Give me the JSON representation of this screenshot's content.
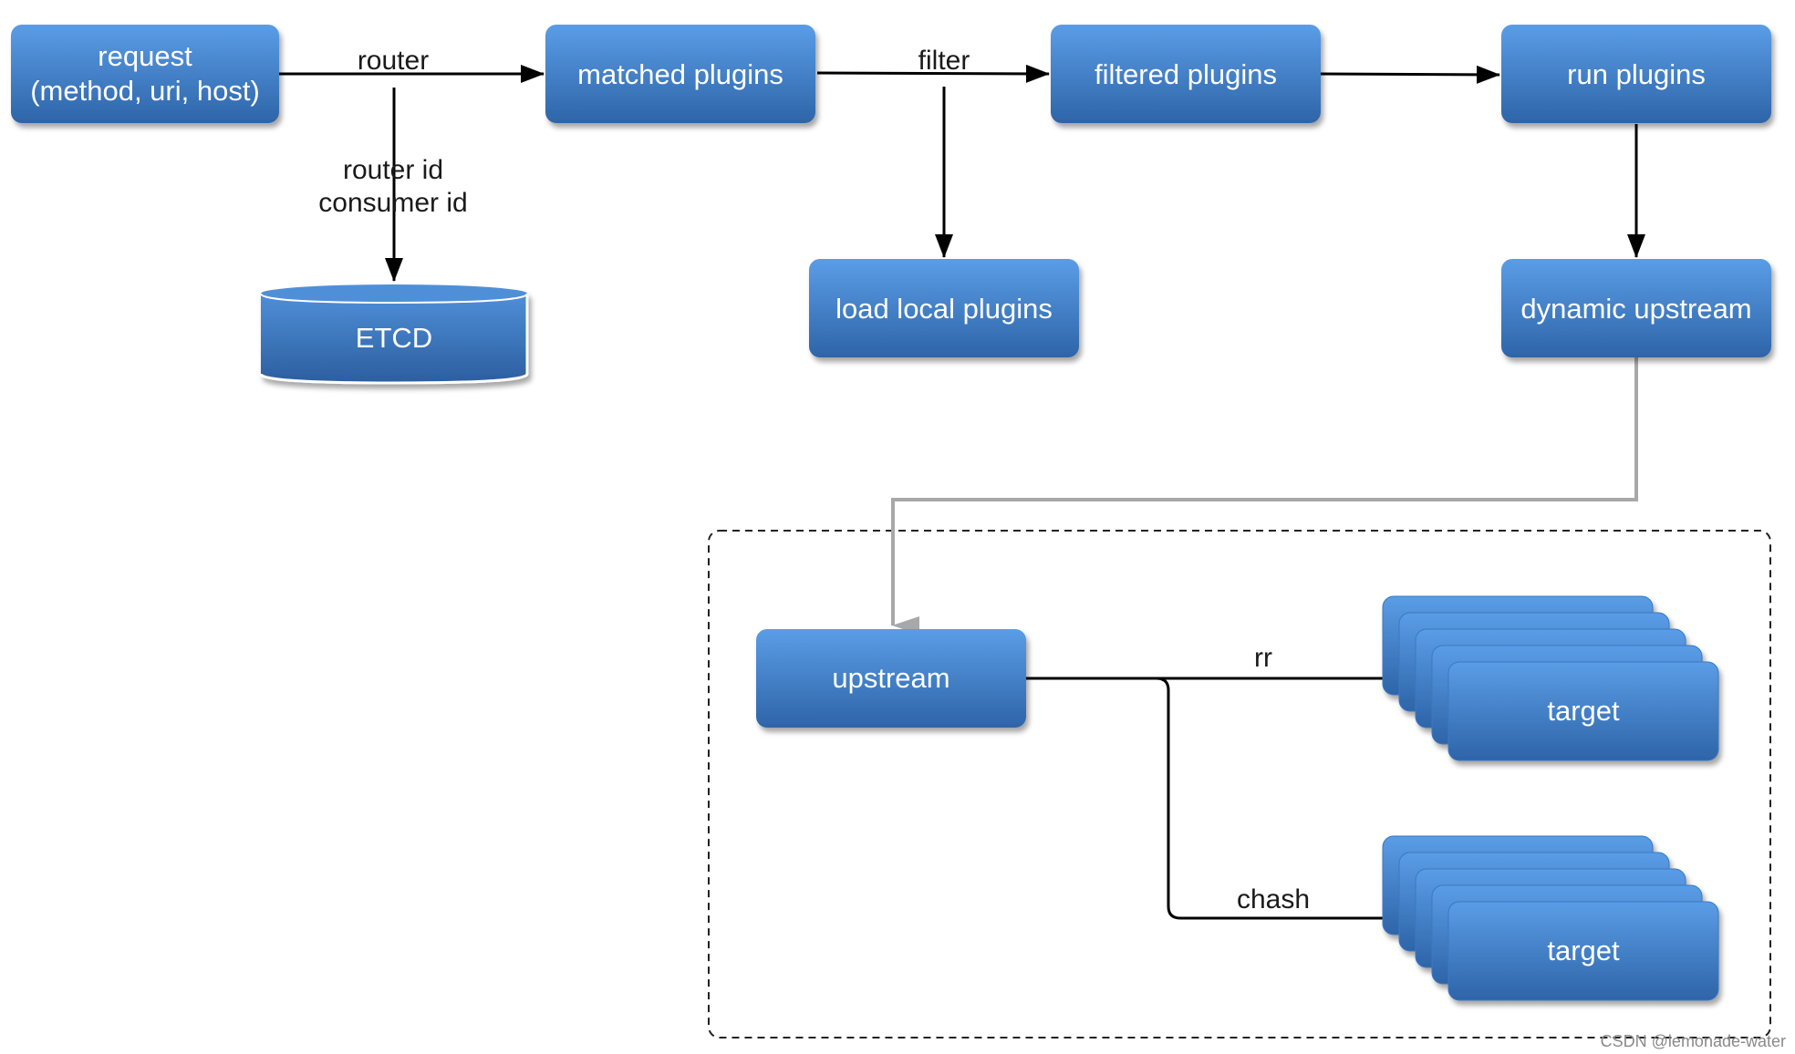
{
  "nodes": {
    "request": {
      "line1": "request",
      "line2": "(method, uri, host)"
    },
    "etcd": {
      "label": "ETCD"
    },
    "matched_plugins": {
      "label": "matched plugins"
    },
    "load_local_plugins": {
      "label": "load local plugins"
    },
    "filtered_plugins": {
      "label": "filtered plugins"
    },
    "run_plugins": {
      "label": "run plugins"
    },
    "dynamic_upstream": {
      "label": "dynamic upstream"
    },
    "upstream": {
      "label": "upstream"
    },
    "target_rr": {
      "label": "target"
    },
    "target_chash": {
      "label": "target"
    }
  },
  "edges": {
    "router": "router",
    "router_id": "router id",
    "consumer_id": "consumer id",
    "filter": "filter",
    "rr": "rr",
    "chash": "chash"
  },
  "watermark": "CSDN @lemonade-water",
  "colors": {
    "node_top": "#5a9de6",
    "node_bottom": "#2e64a8",
    "edge": "#000000",
    "upstream_link": "#a8a8a8",
    "group_border": "#222222"
  }
}
